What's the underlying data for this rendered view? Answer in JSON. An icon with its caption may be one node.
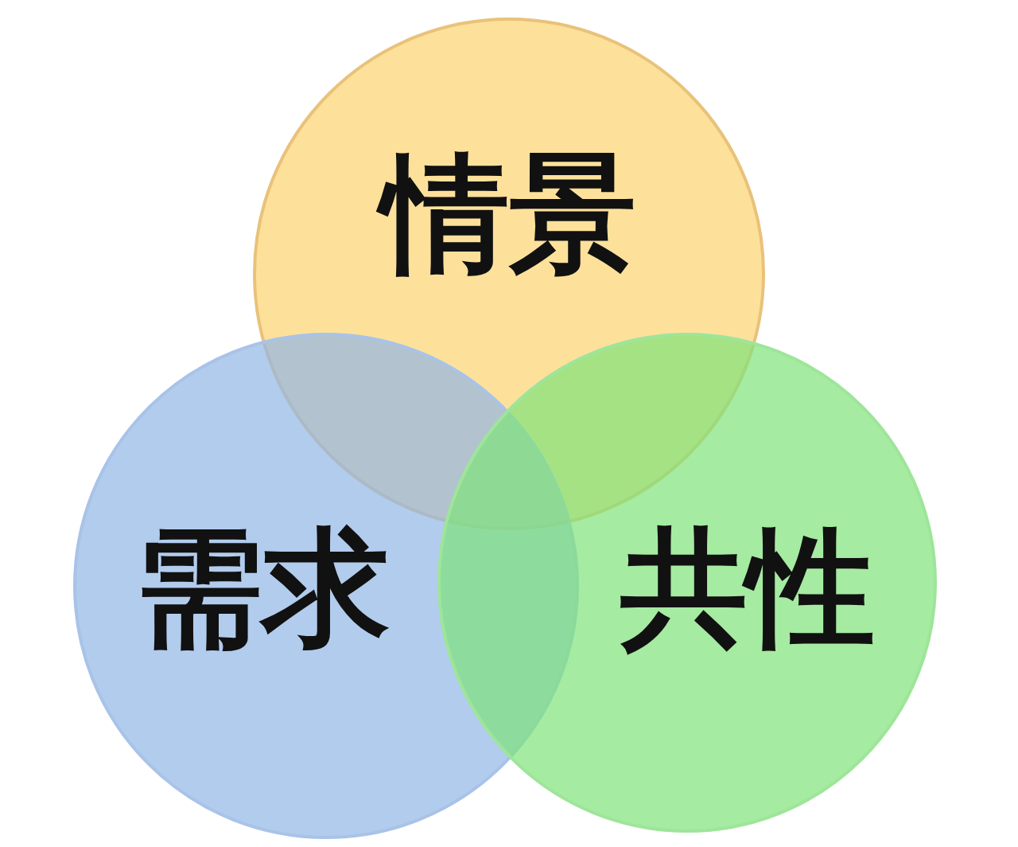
{
  "diagram": {
    "nodes": [
      {
        "text": [
          "情景"
        ]
      },
      {
        "text": [
          "需求"
        ]
      },
      {
        "text": [
          "共性"
        ]
      }
    ]
  }
}
